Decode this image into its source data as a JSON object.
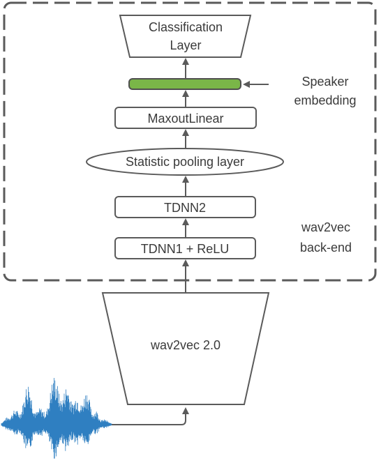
{
  "diagram": {
    "classification_label_line1": "Classification",
    "classification_label_line2": "Layer",
    "speaker_label_line1": "Speaker",
    "speaker_label_line2": "embedding",
    "maxout_label": "MaxoutLinear",
    "pooling_label": "Statistic pooling layer",
    "tdnn2_label": "TDNN2",
    "tdnn1_label": "TDNN1 + ReLU",
    "backend_label_line1": "wav2vec",
    "backend_label_line2": "back-end",
    "wav2vec_label": "wav2vec 2.0"
  },
  "colors": {
    "embedding_fill": "#7ab648",
    "stroke": "#5a5a5a",
    "waveform": "#2f7fc1"
  }
}
